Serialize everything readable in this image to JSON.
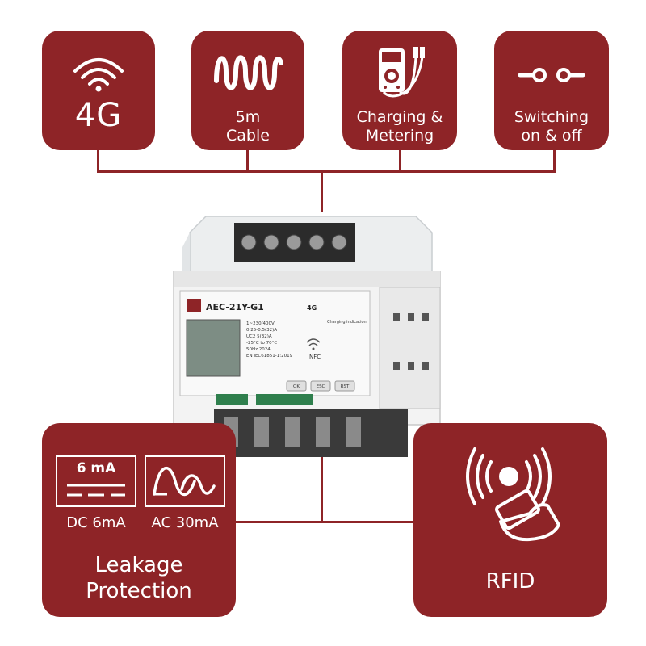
{
  "tiles": {
    "4g": {
      "label": "4G"
    },
    "cable": {
      "label": "5m\nCable"
    },
    "charging": {
      "label": "Charging &\nMetering"
    },
    "switching": {
      "label": "Switching\non & off"
    },
    "leakage": {
      "dc_box": "6 mA",
      "dc_label": "DC 6mA",
      "ac_label": "AC 30mA",
      "label": "Leakage\nProtection"
    },
    "rfid": {
      "label": "RFID"
    }
  },
  "device": {
    "model": "AEC-21Y-G1",
    "network": "4G",
    "nfc": "NFC",
    "specs": [
      "1~230/400V",
      "0.25-0.5(32)A",
      "UC2  5(32)A",
      "-25°C to 70°C",
      "50Hz   2024",
      "EN IEC61851-1:2019"
    ],
    "charging_label": "Charging indication",
    "buttons": [
      "OK",
      "ESC",
      "RST"
    ]
  },
  "colors": {
    "brand": "#8e2427",
    "background": "#ffffff"
  }
}
